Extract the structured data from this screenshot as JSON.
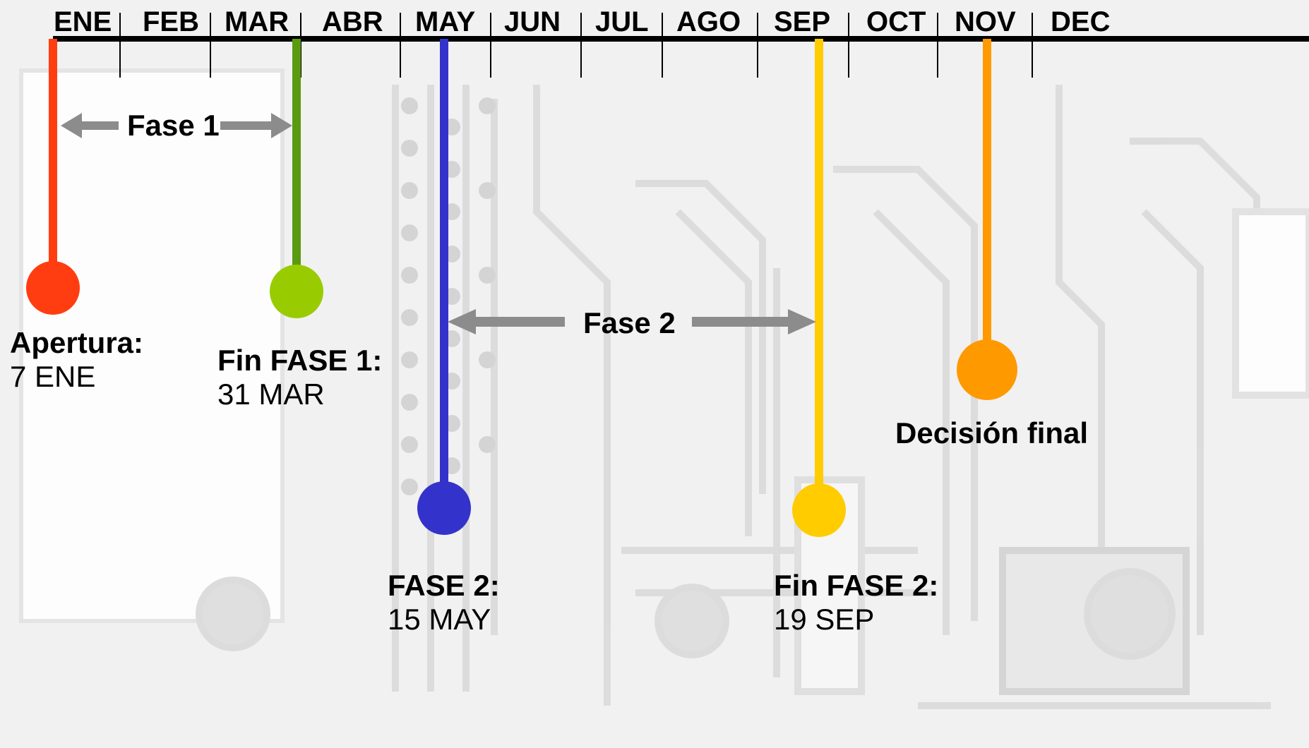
{
  "months": [
    "ENE",
    "FEB",
    "MAR",
    "ABR",
    "MAY",
    "JUN",
    "JUL",
    "AGO",
    "SEP",
    "OCT",
    "NOV",
    "DEC"
  ],
  "phases": [
    {
      "label": "Fase 1"
    },
    {
      "label": "Fase 2"
    }
  ],
  "milestones": [
    {
      "title": "Apertura:",
      "date": "7 ENE",
      "color": "#ff3d10"
    },
    {
      "title": "Fin FASE 1:",
      "date": "31 MAR",
      "color": "#99cc00",
      "line_color": "#5a9a10"
    },
    {
      "title": "FASE 2:",
      "date": "15 MAY",
      "color": "#3333cc"
    },
    {
      "title": "Fin FASE 2:",
      "date": "19 SEP",
      "color": "#ffcc00"
    },
    {
      "title": "Decisión final",
      "date": "",
      "color": "#ff9900"
    }
  ],
  "colors": {
    "arrow": "#8c8c8c",
    "axis": "#000000",
    "background": "#f1f1f1",
    "circuit": "#d9d9d9"
  }
}
